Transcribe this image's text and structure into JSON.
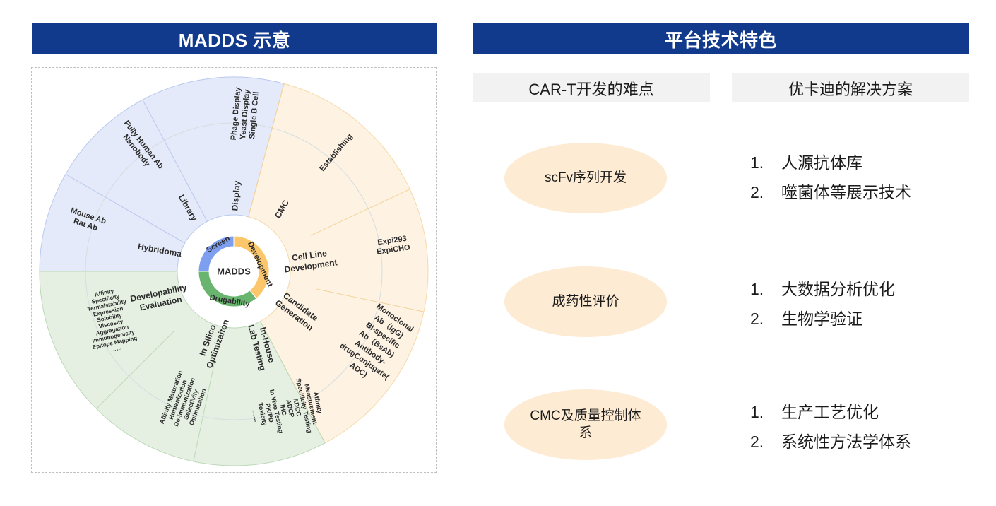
{
  "left_header": "MADDS 示意",
  "right_header": "平台技术特色",
  "col_left_header": "CAR-T开发的难点",
  "col_right_header": "优卡迪的解决方案",
  "colors": {
    "navy": "#123a8c",
    "blue_fill": "#e4eaf9",
    "blue_hub": "#7e9ff0",
    "orange_fill": "#fef3e3",
    "orange_hub": "#fcc76a",
    "green_fill": "#e5f0e2",
    "green_hub": "#69b56f",
    "pill": "#fdebd3"
  },
  "diagram": {
    "center": "MADDS",
    "hub": [
      "Screen",
      "Development",
      "Drugability"
    ],
    "mid": [
      "Display",
      "CMC",
      "Cell Line Development",
      "Candidate Generation",
      "In-House Lab Testing",
      "In Silico Optimizaiton",
      "Developability Evaluation",
      "Hybridoma",
      "Library"
    ],
    "outer": {
      "phage": [
        "Phage Display",
        "Yeast Display",
        "Single B Cell"
      ],
      "establishing": [
        "Establishing"
      ],
      "expi": [
        "Expi293",
        "ExpiCHO"
      ],
      "mono": [
        "Monoclonal",
        "Ab（IgG)",
        "Bi-specific",
        "Ab（BsAb)",
        "Antibody-",
        "drugConjugate(",
        "ADC)"
      ],
      "lab": [
        "Affinity",
        "Measurement",
        "Specificity Testing",
        "ADCC",
        "ADCP",
        "IHC",
        "In Vivo Testing",
        "PK/PD",
        "Toxicity",
        "……"
      ],
      "silico": [
        "Affinity Maturation",
        "Humanizaiton",
        "De-immunization",
        "Selectivity",
        "Optimization"
      ],
      "develop": [
        "Affinity",
        "Specificity",
        "Termalstability",
        "Expression",
        "Solubility",
        "Viscosity",
        "Aggregation",
        "Immunogenicity",
        "Epitope Mapping",
        "……"
      ],
      "mouse": [
        "Mouse Ab",
        "Rat Ab"
      ],
      "human": [
        "Fully Human Ab",
        "Nanobody"
      ]
    }
  },
  "difficulties": [
    "scFv序列开发",
    "成药性评价",
    "CMC及质量控制体系"
  ],
  "solutions": [
    [
      {
        "num": "1.",
        "text": "人源抗体库"
      },
      {
        "num": "2.",
        "text": "噬菌体等展示技术"
      }
    ],
    [
      {
        "num": "1.",
        "text": "大数据分析优化"
      },
      {
        "num": "2.",
        "text": "生物学验证"
      }
    ],
    [
      {
        "num": "1.",
        "text": "生产工艺优化"
      },
      {
        "num": "2.",
        "text": "系统性方法学体系"
      }
    ]
  ]
}
